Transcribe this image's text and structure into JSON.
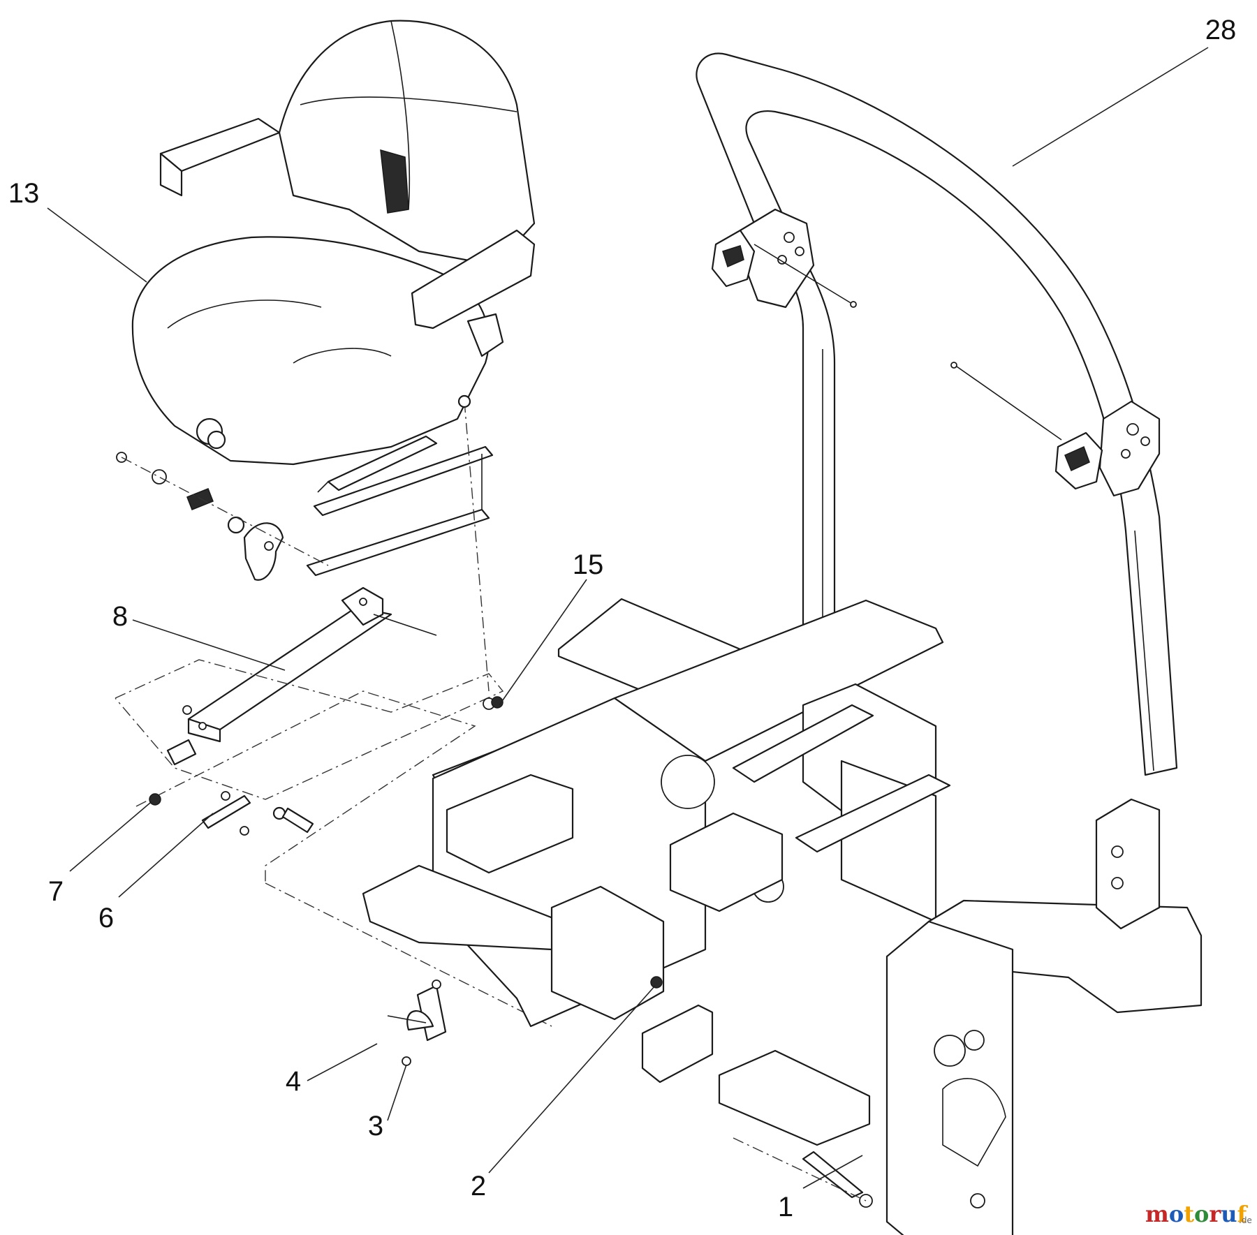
{
  "callouts": [
    {
      "id": "28",
      "text": "28"
    },
    {
      "id": "13",
      "text": "13"
    },
    {
      "id": "15",
      "text": "15"
    },
    {
      "id": "8",
      "text": "8"
    },
    {
      "id": "7",
      "text": "7"
    },
    {
      "id": "6",
      "text": "6"
    },
    {
      "id": "4",
      "text": "4"
    },
    {
      "id": "3",
      "text": "3"
    },
    {
      "id": "2",
      "text": "2"
    },
    {
      "id": "1",
      "text": "1"
    }
  ],
  "watermark": {
    "letters": [
      "m",
      "o",
      "t",
      "o",
      "r",
      "u",
      "f"
    ],
    "colors": [
      "#c62828",
      "#1e5bb8",
      "#f2a200",
      "#2e8b3a",
      "#c62828",
      "#1e5bb8",
      "#f2a200"
    ],
    "suffix": ".de"
  }
}
